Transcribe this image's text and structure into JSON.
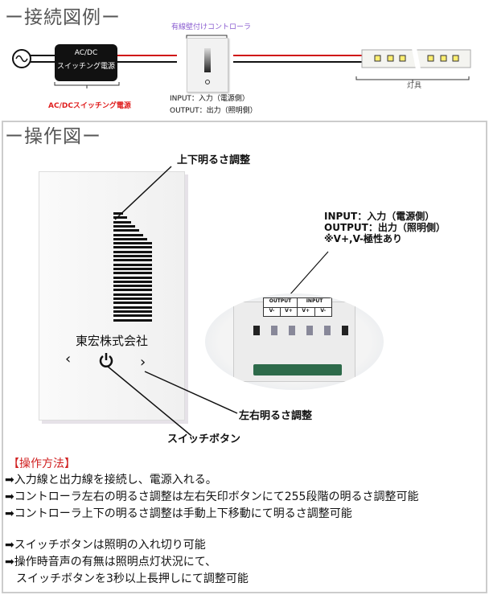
{
  "connection": {
    "heading": "ー接続図例ー",
    "controller_label": "有線壁付けコントローラ",
    "psu_box": [
      "AC/DC",
      "スイッチング電源"
    ],
    "psu_label": "AC/DCスイッチング電源",
    "io": [
      "INPUT：入力（電源側）",
      "OUTPUT：出力（照明側）"
    ],
    "lamp_label": "灯具",
    "colors": {
      "accent_red": "#e02020",
      "accent_purple": "#8a5cd0"
    }
  },
  "operation": {
    "heading": "ー操作図ー",
    "vertical_label": "上下明るさ調整",
    "horizontal_label": "左右明るさ調整",
    "switch_label": "スイッチボタン",
    "company": "東宏株式会社",
    "terminal_notes": [
      "INPUT：入力（電源側）",
      "OUTPUT：出力（照明側）",
      "※V+,V-極性あり"
    ],
    "terminal_headers": [
      "OUTPUT",
      "INPUT"
    ],
    "terminal_pins": [
      "V-",
      "V+",
      "V+",
      "V-"
    ]
  },
  "instructions": {
    "title": "【操作方法】",
    "lines": [
      "➡入力線と出力線を接続し、電源入れる。",
      "➡コントローラ左右の明るさ調整は左右矢印ボタンにて255段階の明るさ調整可能",
      "➡コントローラ上下の明るさ調整は手動上下移動にて明るさ調整可能",
      "➡スイッチボタンは照明の入れ切り可能",
      "➡操作時音声の有無は照明点灯状況にて、",
      "　スイッチボタンを3秒以上長押しにて調整可能"
    ]
  }
}
